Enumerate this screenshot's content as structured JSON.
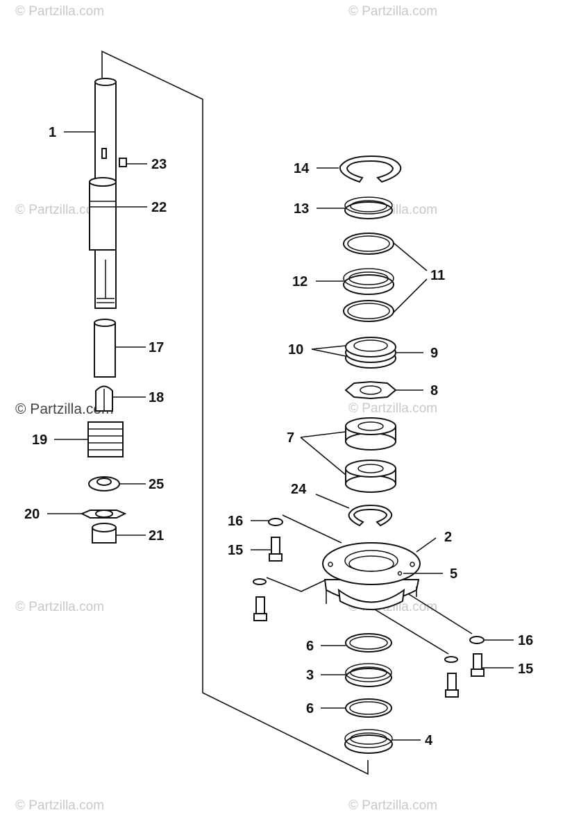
{
  "watermarks": [
    "© Partzilla.com",
    "© Partzilla.com",
    "© Partzilla.com",
    "© Partzilla.com",
    "© Partzilla.com",
    "© Partzilla.com",
    "© Partzilla.com",
    "© Partzilla.com",
    "© Partzilla.com",
    "© Partzilla.com"
  ],
  "callouts": {
    "c1": "1",
    "c2": "2",
    "c3": "3",
    "c4": "4",
    "c5": "5",
    "c6a": "6",
    "c6b": "6",
    "c7": "7",
    "c8": "8",
    "c9": "9",
    "c10": "10",
    "c11": "11",
    "c12": "12",
    "c13": "13",
    "c14": "14",
    "c15a": "15",
    "c15b": "15",
    "c16a": "16",
    "c16b": "16",
    "c17": "17",
    "c18": "18",
    "c19": "19",
    "c20": "20",
    "c21": "21",
    "c22": "22",
    "c23": "23",
    "c24": "24",
    "c25": "25"
  }
}
